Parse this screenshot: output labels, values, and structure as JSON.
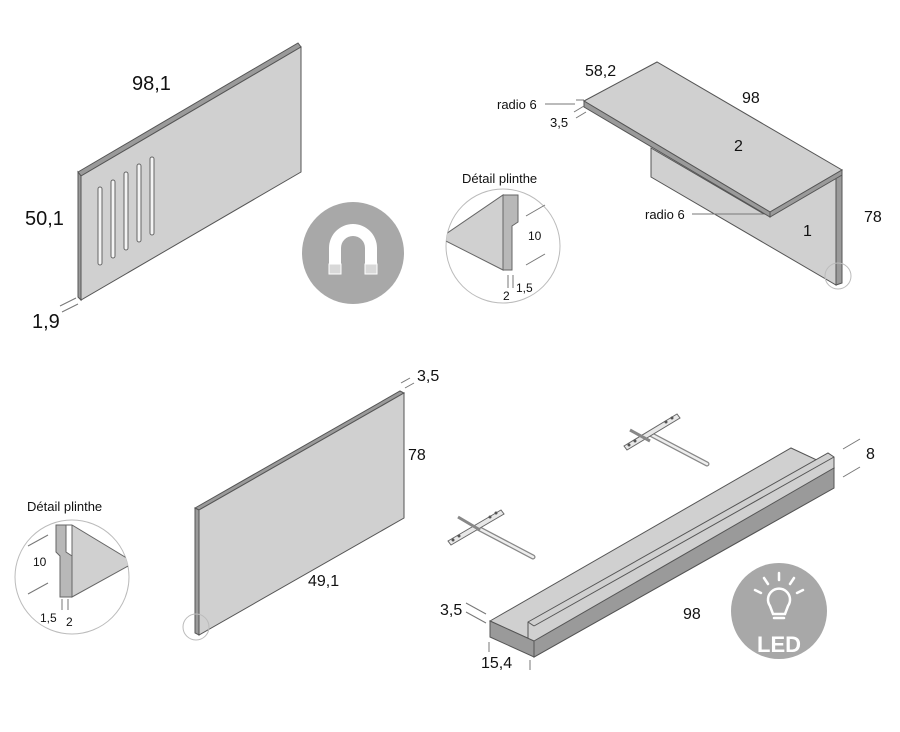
{
  "colors": {
    "panel": "#d0d0d0",
    "panel_edge": "#9a9a9a",
    "badge": "#a8a8a8"
  },
  "panel_top_left": {
    "width": "98,1",
    "height": "50,1",
    "thickness": "1,9",
    "badge_icon": "magnet-icon"
  },
  "desk": {
    "depth": "58,2",
    "radius_top": "radio 6",
    "top_thickness": "3,5",
    "width": "98",
    "top_part": "2",
    "radius_side": "radio 6",
    "side_part": "1",
    "height": "78"
  },
  "detail_right": {
    "title": "Détail plinthe",
    "height": "10",
    "a": "2",
    "b": "1,5"
  },
  "side_panel": {
    "thickness": "3,5",
    "height": "78",
    "width": "49,1"
  },
  "detail_left": {
    "title": "Détail plinthe",
    "height": "10",
    "a": "1,5",
    "b": "2"
  },
  "shelf": {
    "height": "8",
    "thickness": "3,5",
    "length": "98",
    "depth": "15,4",
    "badge_text": "LED",
    "badge_icon": "led-bulb-icon"
  }
}
